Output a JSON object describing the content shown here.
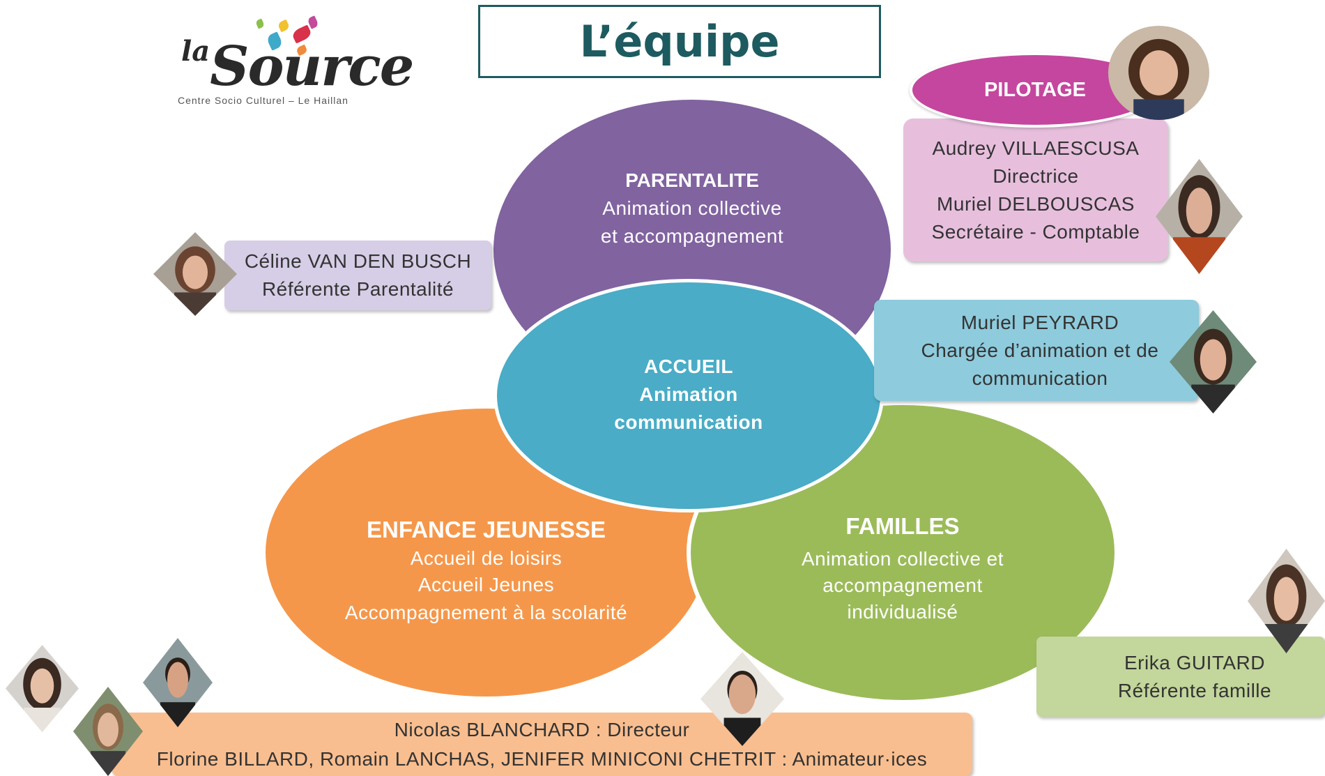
{
  "logo": {
    "word_la": "la",
    "word_source": "Source",
    "subtitle": "Centre Socio Culturel – Le Haillan"
  },
  "title": "L’équipe",
  "circles": {
    "parentalite": {
      "heading": "PARENTALITE",
      "lines": [
        "Animation collective",
        "et accompagnement"
      ]
    },
    "accueil": {
      "lines": [
        "ACCUEIL",
        "Animation",
        "communication"
      ]
    },
    "enfance": {
      "heading": "ENFANCE JEUNESSE",
      "lines": [
        "Accueil de loisirs",
        "Accueil Jeunes",
        "Accompagnement à la scolarité"
      ]
    },
    "familles": {
      "heading": "FAMILLES",
      "lines": [
        "Animation collective et",
        "accompagnement",
        "individualisé"
      ]
    }
  },
  "pilotage": {
    "label": "PILOTAGE"
  },
  "people": {
    "celine": [
      "Céline VAN DEN BUSCH",
      "Référente Parentalité"
    ],
    "pilot": [
      "Audrey VILLAESCUSA",
      "Directrice",
      "Muriel DELBOUSCAS",
      "Secrétaire - Comptable"
    ],
    "muriel_p": [
      "Muriel PEYRARD",
      "Chargée d’animation et de",
      "communication"
    ],
    "erika": [
      "Erika GUITARD",
      "Référente famille"
    ],
    "enfance_team": [
      "Nicolas BLANCHARD : Directeur",
      "Florine BILLARD, Romain LANCHAS, JENIFER   MINICONI CHETRIT : Animateur·ices"
    ]
  },
  "colors": {
    "title": "#1d5b60",
    "parentalite": "#8163a0",
    "accueil": "#4aacc6",
    "enfance": "#f5974a",
    "familles": "#9bbb59",
    "pilotage": "#c5469e"
  }
}
